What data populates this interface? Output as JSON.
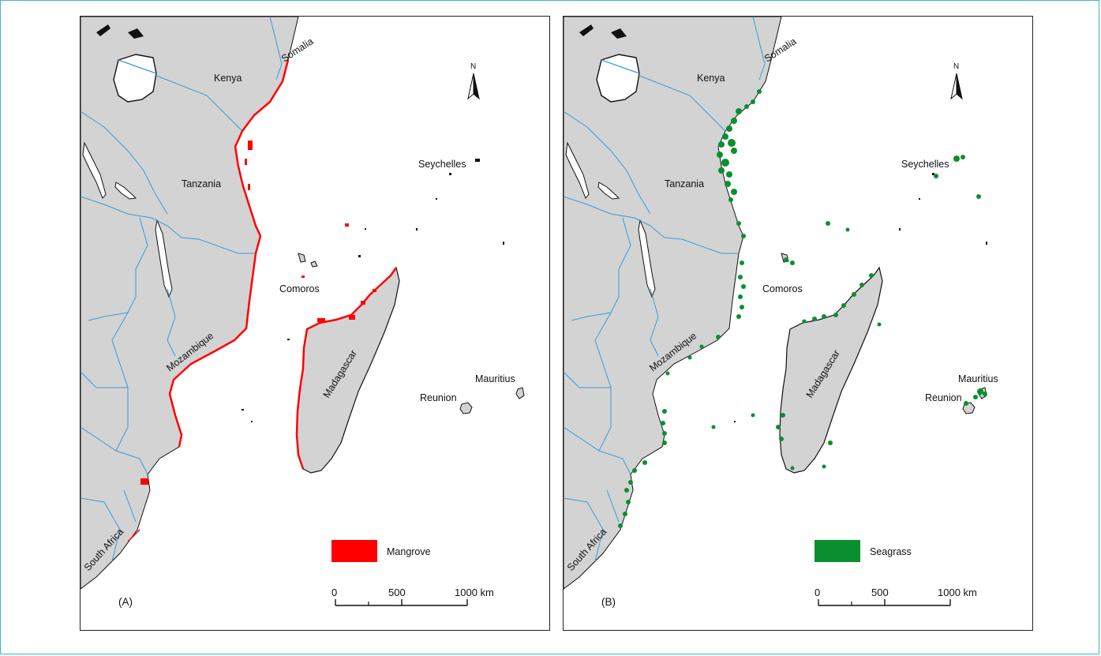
{
  "colors": {
    "land": "#d3d3d3",
    "border": "#3a9ad9",
    "coast": "#111111",
    "mangrove": "#ff0000",
    "seagrass": "#0a8f2e",
    "accent_frame": "#3fb6c1"
  },
  "panels": [
    {
      "id": "A",
      "label": "(A)",
      "legend": {
        "label": "Mangrove",
        "color": "#ff0000"
      }
    },
    {
      "id": "B",
      "label": "(B)",
      "legend": {
        "label": "Seagrass",
        "color": "#0a8f2e"
      }
    }
  ],
  "places": {
    "somalia": "Somalia",
    "kenya": "Kenya",
    "tanzania": "Tanzania",
    "seychelles": "Seychelles",
    "comoros": "Comoros",
    "mozambique": "Mozambique",
    "madagascar": "Madagascar",
    "mauritius": "Mauritius",
    "reunion": "Reunion",
    "south_africa": "South Africa"
  },
  "north_arrow": {
    "label": "N",
    "icon": "north-arrow-icon"
  },
  "scale_bar": {
    "ticks": [
      "0",
      "500",
      "1000 km"
    ]
  }
}
